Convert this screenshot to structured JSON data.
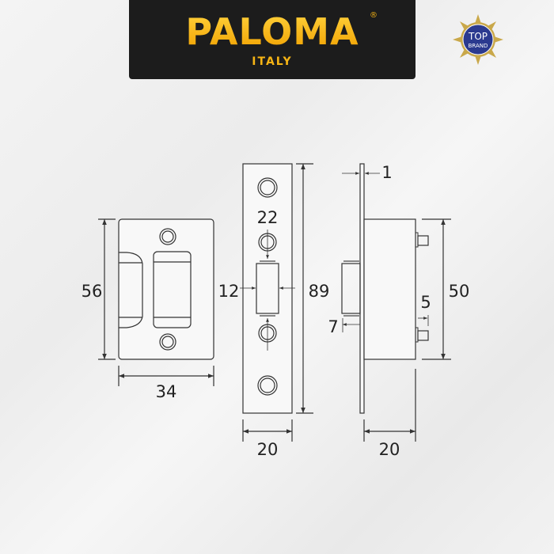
{
  "logo": {
    "brand": "PALOMA",
    "registered": "®",
    "origin": "ITALY"
  },
  "badge": {
    "line1": "TOP",
    "line2": "BRAND"
  },
  "dimensions": {
    "front_height": "56",
    "front_width": "34",
    "strike_length": "89",
    "strike_width": "20",
    "hole_spacing": "22",
    "latch_width": "12",
    "plate_thickness": "1",
    "body_height": "50",
    "pin_length": "5",
    "latch_projection": "7",
    "body_depth": "20"
  },
  "colors": {
    "banner": "#1c1c1c",
    "brand": "#f6b414",
    "line": "#333333",
    "badge": "#2b3a8f"
  }
}
